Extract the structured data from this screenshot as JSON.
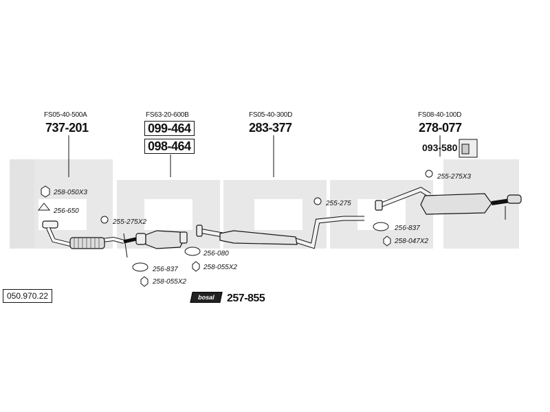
{
  "reference": "050.970.22",
  "groups": [
    {
      "code": "FS05-40-500A",
      "parts": [
        "737-201"
      ]
    },
    {
      "code": "FS63-20-600B",
      "parts": [
        "099-464",
        "098-464"
      ]
    },
    {
      "code": "FS05-40-300D",
      "parts": [
        "283-377"
      ]
    },
    {
      "code": "FS08-40-100D",
      "parts": [
        "278-077",
        "093-580"
      ]
    }
  ],
  "fittings": [
    "258-050X3",
    "256-650",
    "255-275X2",
    "256-837",
    "258-055X2",
    "256-080",
    "258-055X2",
    "255-275",
    "255-275X3",
    "256-837",
    "258-047X2"
  ],
  "kit": {
    "logo": "bosal",
    "number": "257-855"
  },
  "watermark": "bosal",
  "colors": {
    "watermark": "#e6e6e6",
    "line": "#111111"
  }
}
